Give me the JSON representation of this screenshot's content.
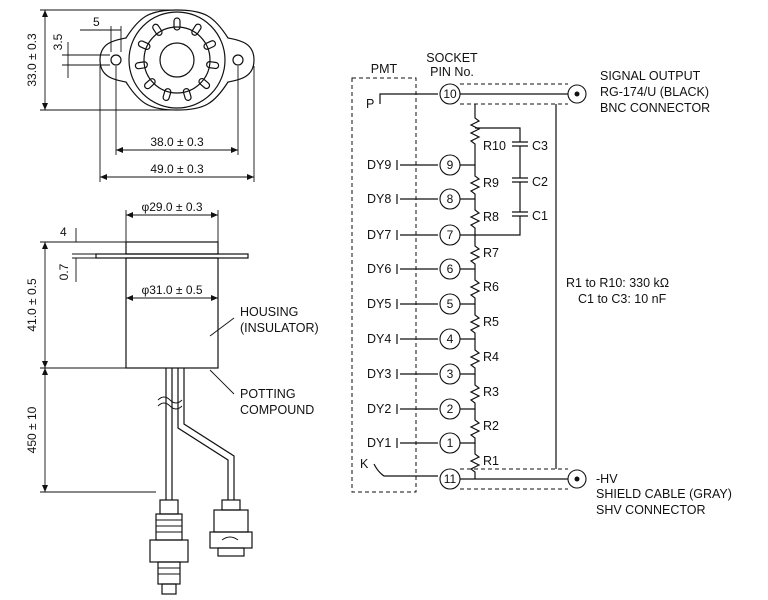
{
  "dimensions": {
    "height_33": "33.0 ± 0.3",
    "slot_3_5": "3.5",
    "slot_5": "5",
    "holes_38": "38.0 ± 0.3",
    "width_49": "49.0 ± 0.3",
    "diam_29": "φ29.0 ± 0.3",
    "thick_4": "4",
    "thick_0_7": "0.7",
    "diam_31": "φ31.0 ± 0.5",
    "height_41": "41.0 ± 0.5",
    "cable_450": "450 ± 10"
  },
  "callouts": {
    "housing_1": "HOUSING",
    "housing_2": "(INSULATOR)",
    "potting_1": "POTTING",
    "potting_2": "COMPOUND"
  },
  "schematic": {
    "pmt_title": "PMT",
    "socket_1": "SOCKET",
    "socket_2": "PIN No.",
    "signal_1": "SIGNAL OUTPUT",
    "signal_2": "RG-174/U (BLACK)",
    "signal_3": "BNC CONNECTOR",
    "hv_1": "-HV",
    "hv_2": "SHIELD CABLE (GRAY)",
    "hv_3": "SHV CONNECTOR",
    "note_1": "R1 to R10: 330 kΩ",
    "note_2": "C1 to C3: 10 nF",
    "label_p": "P",
    "label_k": "K",
    "pins": [
      {
        "electrode": "",
        "pin": "10"
      },
      {
        "electrode": "DY9",
        "pin": "9"
      },
      {
        "electrode": "DY8",
        "pin": "8"
      },
      {
        "electrode": "DY7",
        "pin": "7"
      },
      {
        "electrode": "DY6",
        "pin": "6"
      },
      {
        "electrode": "DY5",
        "pin": "5"
      },
      {
        "electrode": "DY4",
        "pin": "4"
      },
      {
        "electrode": "DY3",
        "pin": "3"
      },
      {
        "electrode": "DY2",
        "pin": "2"
      },
      {
        "electrode": "DY1",
        "pin": "1"
      },
      {
        "electrode": "",
        "pin": "11"
      }
    ],
    "resistors": [
      "R10",
      "R9",
      "R8",
      "R7",
      "R6",
      "R5",
      "R4",
      "R3",
      "R2",
      "R1"
    ],
    "capacitors": [
      "C3",
      "C2",
      "C1"
    ]
  }
}
